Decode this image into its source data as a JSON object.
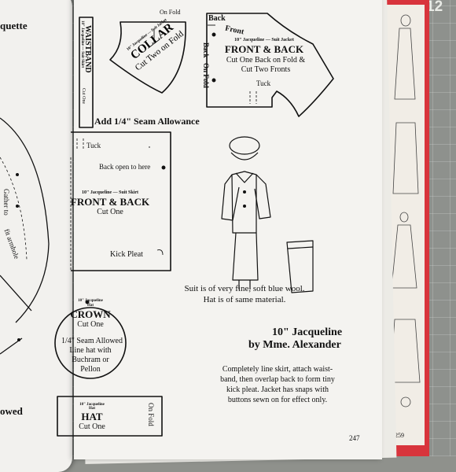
{
  "ruler": {
    "number": "12"
  },
  "left_page": {
    "header": "quette",
    "gather": "Gather to",
    "fit": "fit armhole",
    "footer": "owed"
  },
  "collar": {
    "fold": "On Fold",
    "series": "10\" Jacqueline — Suit Jacket",
    "title": "COLLAR",
    "cut": "Cut Two on Fold"
  },
  "waistband": {
    "title": "WAISTBAND",
    "series": "10\" Jacqueline — Suit Skirt",
    "cut": "Cut One"
  },
  "jacket": {
    "back": "Back",
    "front": "Front",
    "fold1": "Back",
    "fold2": "On Fold",
    "series": "10\" Jacqueline — Suit Jacket",
    "title": "FRONT & BACK",
    "cut1": "Cut One Back on Fold &",
    "cut2": "Cut Two Fronts",
    "tuck": "Tuck"
  },
  "seam": "Add 1/4\" Seam Allowance",
  "skirt": {
    "tuck": "Tuck",
    "back_open": "Back open to here",
    "series": "10\" Jacqueline — Suit Skirt",
    "title": "FRONT & BACK",
    "cut": "Cut One",
    "kick": "Kick Pleat"
  },
  "crown": {
    "series1": "10\" Jacqueline",
    "series2": "Hat",
    "title": "CROWN",
    "cut": "Cut One",
    "note1": "1/4\" Seam Allowed",
    "note2": "Line hat with",
    "note3": "Buchram or",
    "note4": "Pellon"
  },
  "hat": {
    "series1": "10\" Jacqueline",
    "series2": "Hat",
    "title": "HAT",
    "cut": "Cut One",
    "fold": "On Fold"
  },
  "caption": {
    "line1": "Suit is of very fine, soft blue wool.",
    "line2": "Hat is of same material."
  },
  "heading": {
    "line1": "10\" Jacqueline",
    "line2": "by Mme. Alexander"
  },
  "body": {
    "line1": "Completely line skirt, attach waist-",
    "line2": "band, then overlap back to form tiny",
    "line3": "kick pleat. Jacket has snaps with",
    "line4": "buttons sewn on for effect only."
  },
  "page_number": "247",
  "behind_page_number": "259"
}
